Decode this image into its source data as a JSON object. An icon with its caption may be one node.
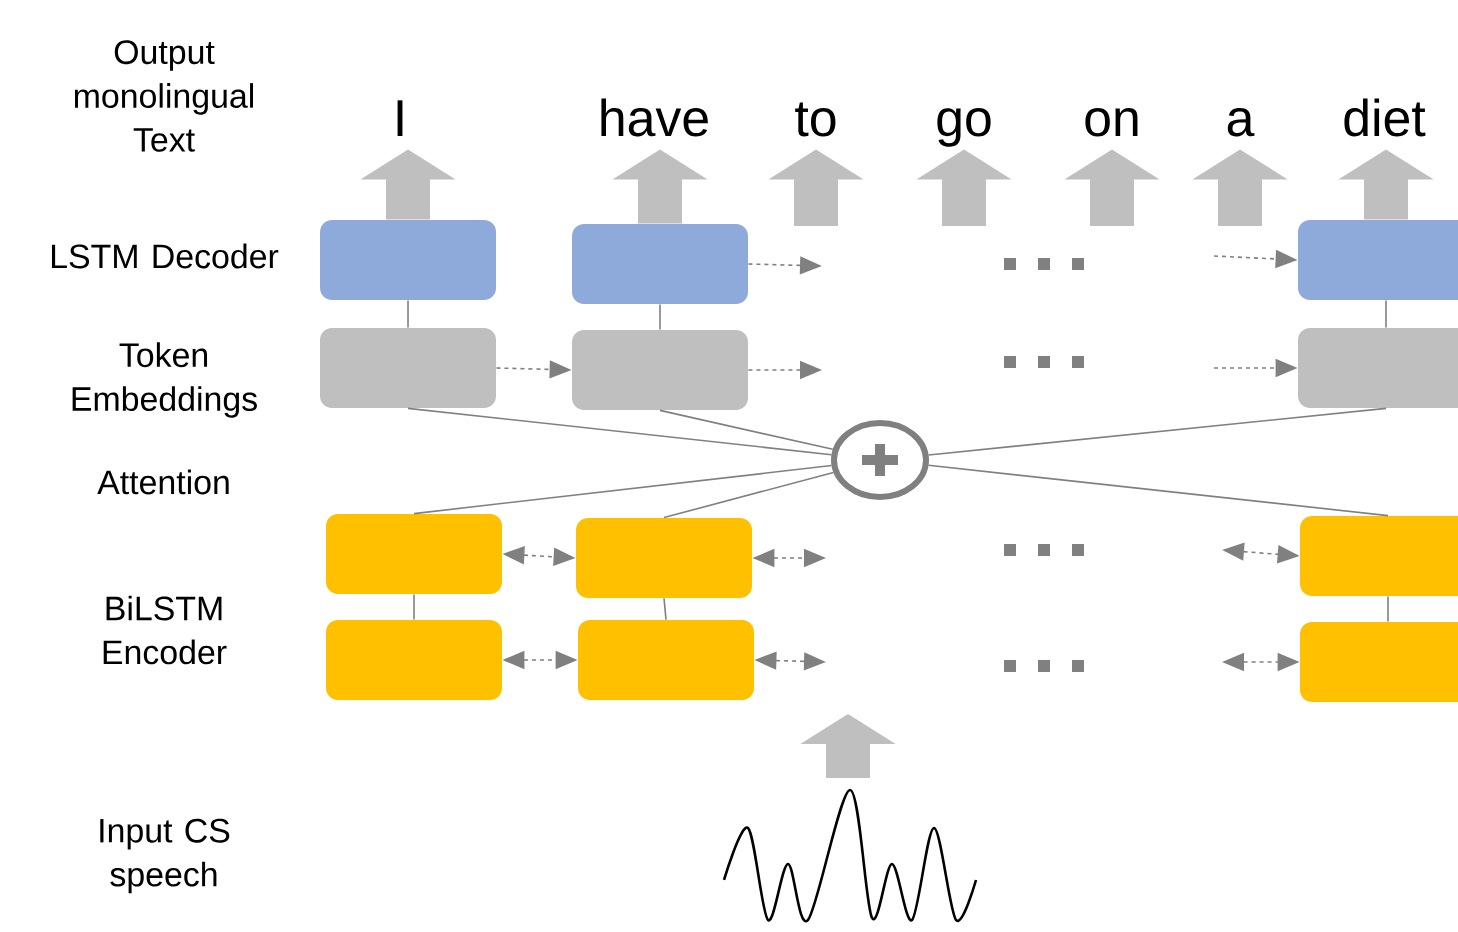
{
  "diagram": {
    "nodes": [
      {
        "text": [
          "I"
        ]
      },
      {
        "text": [
          "have"
        ]
      },
      {
        "text": [
          "to"
        ]
      },
      {
        "text": [
          "go"
        ]
      },
      {
        "text": [
          "on"
        ]
      },
      {
        "text": [
          "a"
        ]
      },
      {
        "text": [
          "diet"
        ]
      },
      {
        "text": [],
        "shape": "box"
      },
      {
        "text": [],
        "shape": "box"
      },
      {
        "text": [],
        "shape": "box"
      },
      {
        "text": [],
        "shape": "box"
      },
      {
        "text": [],
        "shape": "box"
      },
      {
        "text": [],
        "shape": "box"
      },
      {
        "text": [],
        "shape": "circle"
      },
      {
        "text": [],
        "shape": "box"
      },
      {
        "text": [],
        "shape": "box"
      },
      {
        "text": [],
        "shape": "box"
      },
      {
        "text": [],
        "shape": "box"
      },
      {
        "text": [],
        "shape": "box"
      },
      {
        "text": [],
        "shape": "box"
      },
      {
        "text": [],
        "shape": "picture"
      }
    ],
    "edges": [
      {
        "from": 7,
        "to": 0,
        "arrow": "to",
        "style": "thick",
        "color": "#bfbfbf"
      },
      {
        "from": 8,
        "to": 1,
        "arrow": "to",
        "style": "thick",
        "color": "#bfbfbf"
      },
      {
        "from": null,
        "to": 2,
        "arrow": "to",
        "style": "thick",
        "color": "#bfbfbf"
      },
      {
        "from": null,
        "to": 3,
        "arrow": "to",
        "style": "thick",
        "color": "#bfbfbf"
      },
      {
        "from": null,
        "to": 4,
        "arrow": "to",
        "style": "thick",
        "color": "#bfbfbf"
      },
      {
        "from": null,
        "to": 5,
        "arrow": "to",
        "style": "thick",
        "color": "#bfbfbf"
      },
      {
        "from": 9,
        "to": 6,
        "arrow": "to",
        "style": "thick",
        "color": "#bfbfbf"
      },
      {
        "from": 7,
        "to": 10,
        "arrow": "none"
      },
      {
        "from": 8,
        "to": 11,
        "arrow": "none"
      },
      {
        "from": 9,
        "to": 12,
        "arrow": "none"
      },
      {
        "from": 8,
        "to": null,
        "arrow": "to",
        "style": "dashed"
      },
      {
        "from": null,
        "to": 9,
        "arrow": "to",
        "style": "dashed"
      },
      {
        "from": 10,
        "to": 11,
        "arrow": "to",
        "style": "dashed"
      },
      {
        "from": 11,
        "to": null,
        "arrow": "to",
        "style": "dashed"
      },
      {
        "from": null,
        "to": 12,
        "arrow": "to",
        "style": "dashed"
      },
      {
        "from": 10,
        "to": 13,
        "arrow": "none"
      },
      {
        "from": 11,
        "to": 13,
        "arrow": "none"
      },
      {
        "from": 12,
        "to": 13,
        "arrow": "none"
      },
      {
        "from": 14,
        "to": 13,
        "arrow": "none"
      },
      {
        "from": 15,
        "to": 13,
        "arrow": "none"
      },
      {
        "from": 16,
        "to": 13,
        "arrow": "none"
      },
      {
        "from": 14,
        "to": 15,
        "arrow": "both",
        "style": "dashed"
      },
      {
        "from": 15,
        "to": null,
        "arrow": "both",
        "style": "dashed"
      },
      {
        "from": null,
        "to": 16,
        "arrow": "both",
        "style": "dashed"
      },
      {
        "from": 17,
        "to": 18,
        "arrow": "both",
        "style": "dashed"
      },
      {
        "from": 18,
        "to": null,
        "arrow": "both",
        "style": "dashed"
      },
      {
        "from": null,
        "to": 19,
        "arrow": "both",
        "style": "dashed"
      },
      {
        "from": 14,
        "to": 17,
        "arrow": "none"
      },
      {
        "from": 15,
        "to": 18,
        "arrow": "none"
      },
      {
        "from": 16,
        "to": 19,
        "arrow": "none"
      },
      {
        "from": 20,
        "to": null,
        "arrow": "to",
        "style": "thick",
        "color": "#bfbfbf"
      }
    ],
    "labels": [
      "Output monolingual Text",
      "LSTM Decoder",
      "Token Embeddings",
      "Attention",
      "BiLSTM Encoder",
      "Input CS speech"
    ]
  }
}
